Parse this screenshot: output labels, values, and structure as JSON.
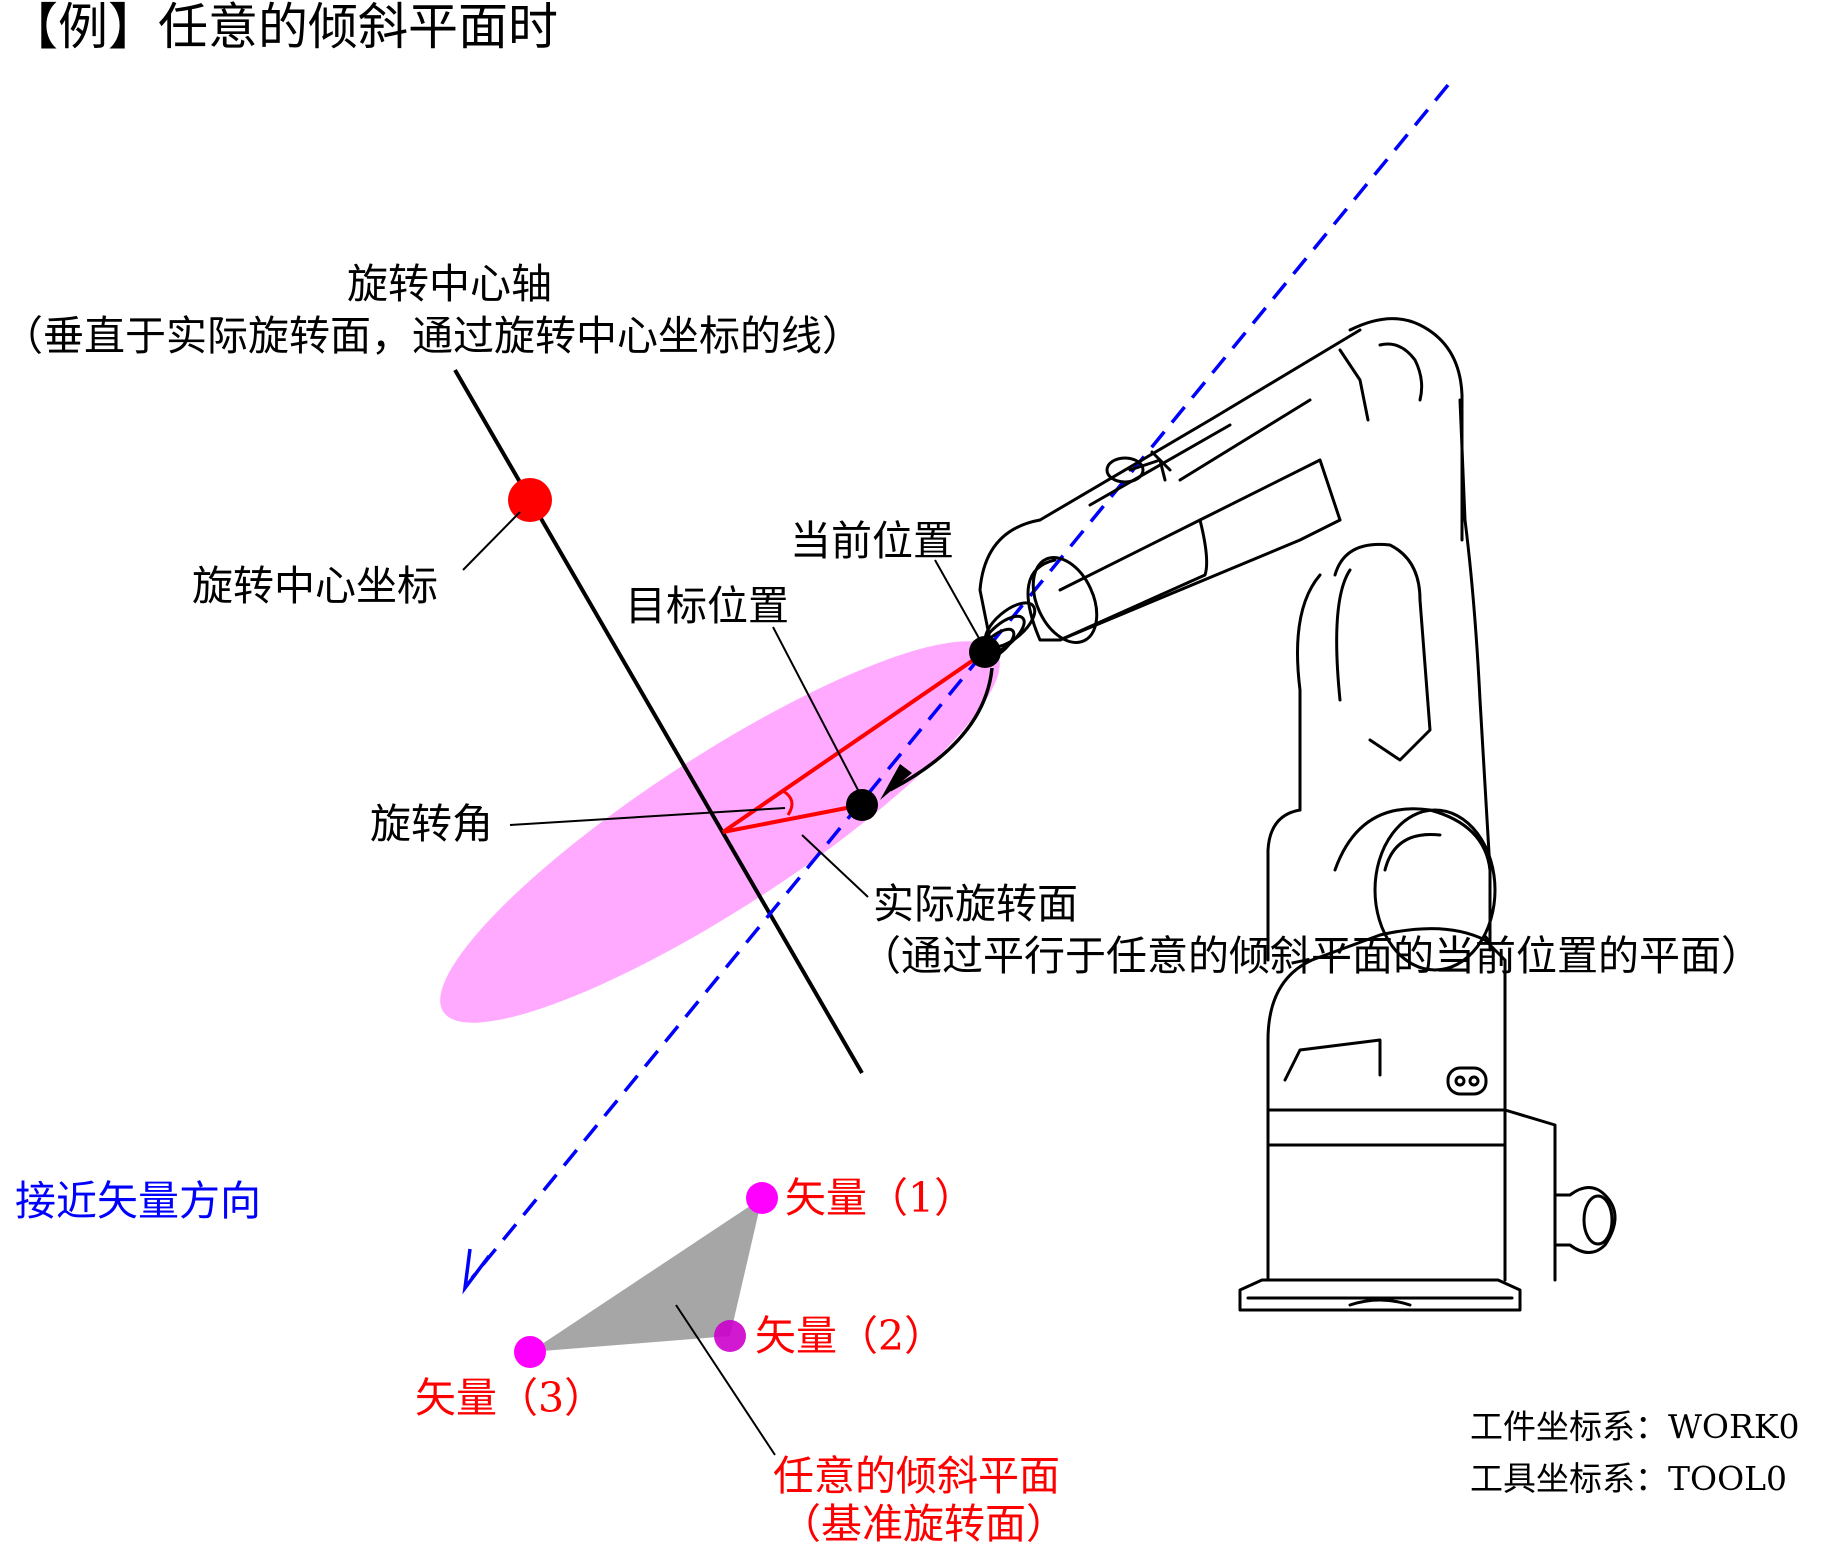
{
  "title": "【例】任意的倾斜平面时",
  "labels": {
    "rotation_axis": "旋转中心轴",
    "rotation_axis_note": "（垂直于实际旋转面，通过旋转中心坐标的线）",
    "rotation_center": "旋转中心坐标",
    "target_position": "目标位置",
    "current_position": "当前位置",
    "rotation_angle": "旋转角",
    "actual_plane": "实际旋转面",
    "actual_plane_note": "（通过平行于任意的倾斜平面的当前位置的平面）",
    "approach_vector": "接近矢量方向",
    "vector1": "矢量（1）",
    "vector2": "矢量（2）",
    "vector3": "矢量（3）",
    "tilted_plane": "任意的倾斜平面",
    "tilted_plane_note": "（基准旋转面）",
    "work_coord": "工件坐标系：WORK0",
    "tool_coord": "工具坐标系：TOOL0"
  },
  "colors": {
    "axis": "#000000",
    "center_point": "#ff0000",
    "plane_fill": "#ffaaff",
    "angle_lines": "#ff0000",
    "approach_vector": "#0000ff",
    "vector_points": "#ff00ff",
    "tilted_plane_fill": "#a6a6a6",
    "red_text": "#ff0000",
    "blue_text": "#0000ff"
  },
  "icons": {
    "robot": "industrial-robot-arm-line-art"
  }
}
